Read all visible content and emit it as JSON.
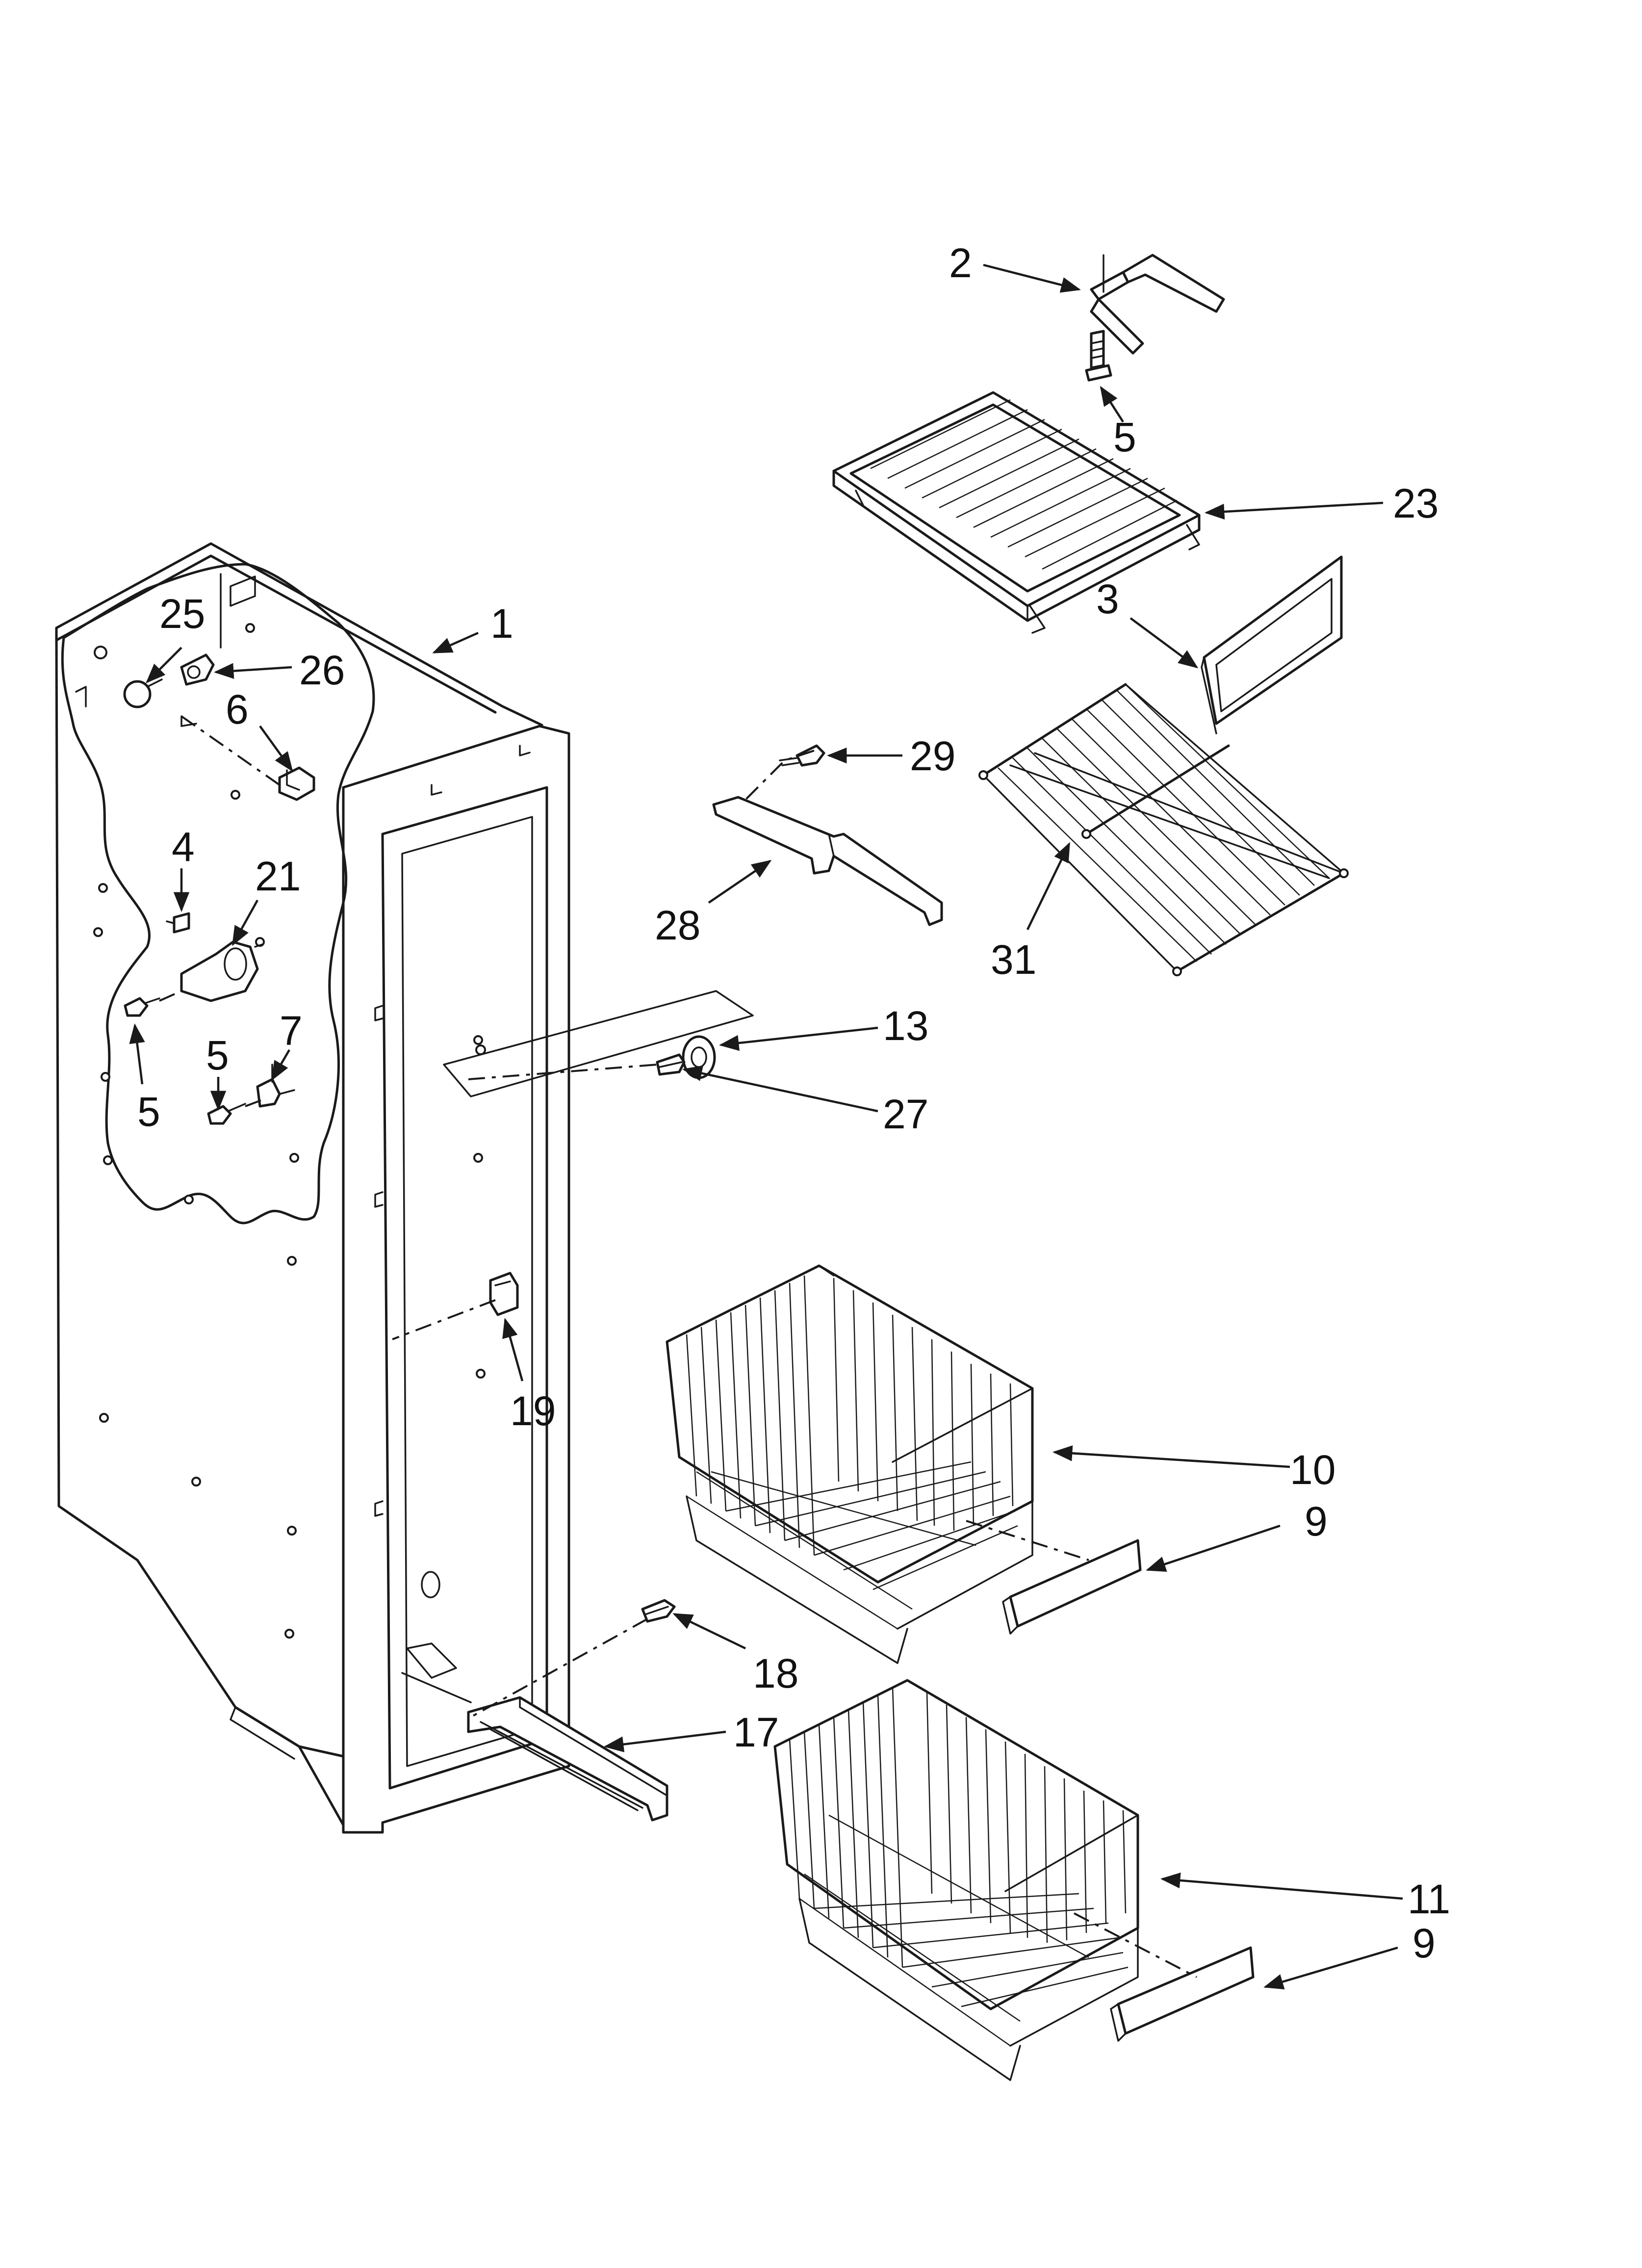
{
  "callouts": {
    "c1": "1",
    "c2": "2",
    "c3": "3",
    "c4": "4",
    "c5a": "5",
    "c5b": "5",
    "c5c": "5",
    "c6": "6",
    "c7": "7",
    "c9a": "9",
    "c9b": "9",
    "c10": "10",
    "c11": "11",
    "c13": "13",
    "c17": "17",
    "c18": "18",
    "c19": "19",
    "c21": "21",
    "c23": "23",
    "c25": "25",
    "c26": "26",
    "c27": "27",
    "c28": "28",
    "c29": "29",
    "c31": "31"
  },
  "colors": {
    "line": "#1a1a1a",
    "background": "#ffffff"
  }
}
